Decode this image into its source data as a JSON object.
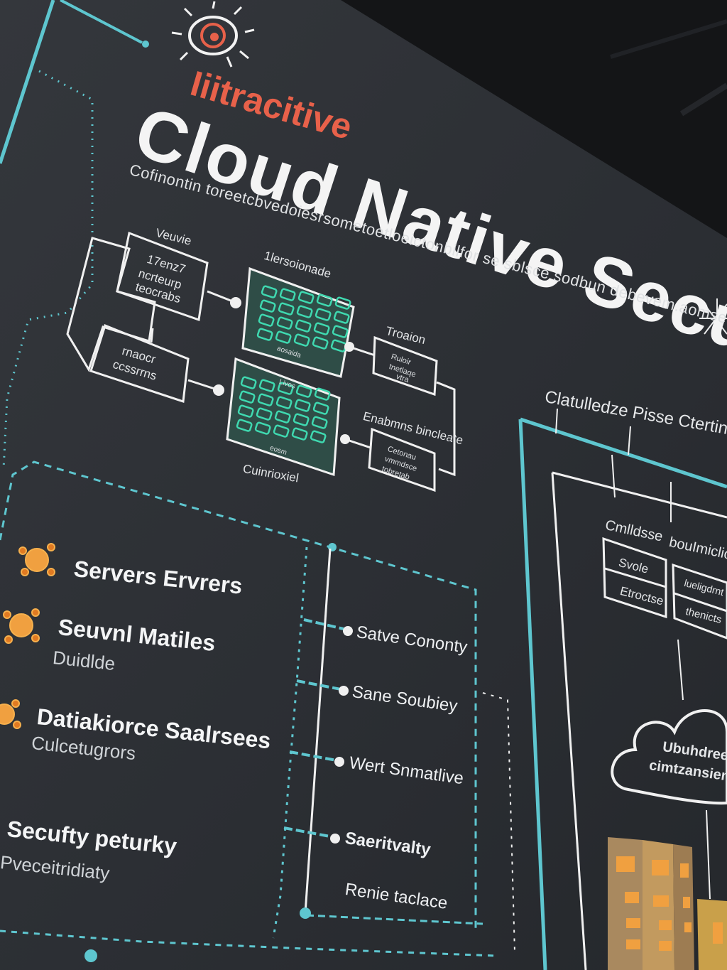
{
  "poster": {
    "tagline": "Iiitracitive",
    "title": "Cloud Native Security",
    "subtitle": "Cofinontin toreetcbvedoiesrsometoetloeictonbilfor se sblsce sodbun debevem.aomsevnpadi",
    "diagram": {
      "box1_title": "Veuvie",
      "box1_text": [
        "17enz7",
        "ncrteurp",
        "teocrabs"
      ],
      "box2_text": [
        "rnaocr",
        "ccssrrns"
      ],
      "grid1_title": "1lersoionade",
      "grid1_caption": "aosaida",
      "grid2_title": "Livos",
      "grid2_caption": "eosm",
      "grid_label": "Cuinrioxiel",
      "right_box1_title": "Troaion",
      "right_box1_text": [
        "Ruloir",
        "tnetlaqe",
        "vtra"
      ],
      "right_box2_title": "Enabmns bincleate",
      "right_box2_text": [
        "Cetonau",
        "vmmdsce",
        "tobretab"
      ]
    },
    "left_items": [
      {
        "title": "Servers Ervrers",
        "sub": ""
      },
      {
        "title": "Seuvnl Matiles",
        "sub": "Duidlde"
      },
      {
        "title": "Datiakiorce Saalrsees",
        "sub": "Culcetugrors"
      },
      {
        "title": "Secufty peturky",
        "sub": "Pveceitridiaty"
      }
    ],
    "steps": [
      "Satve Cononty",
      "Sane Soubiey",
      "Wert Snmatlive",
      "Saeritvalty",
      "Renie taclace"
    ],
    "right_panel": {
      "title": "Clatulledze Pisse Ctertinel",
      "col1_title": "Cmlldsse",
      "col1_items": [
        "Svole",
        "Etroctse"
      ],
      "col2_title": "bouImicliou",
      "col2_items": [
        "lueligdrnt",
        "thenicts"
      ],
      "cloud_text": [
        "Ubuhdreen",
        "cimtzansien"
      ]
    },
    "colors": {
      "background": "#2b2e33",
      "accent_teal": "#5ec6cf",
      "accent_orange": "#e8614a",
      "grid_green": "#3fd9b0",
      "building_orange": "#f0a040"
    },
    "icons": [
      "eye-sun-icon",
      "sparkle-icon",
      "virus-icon",
      "cloud-icon",
      "building-icon"
    ]
  }
}
